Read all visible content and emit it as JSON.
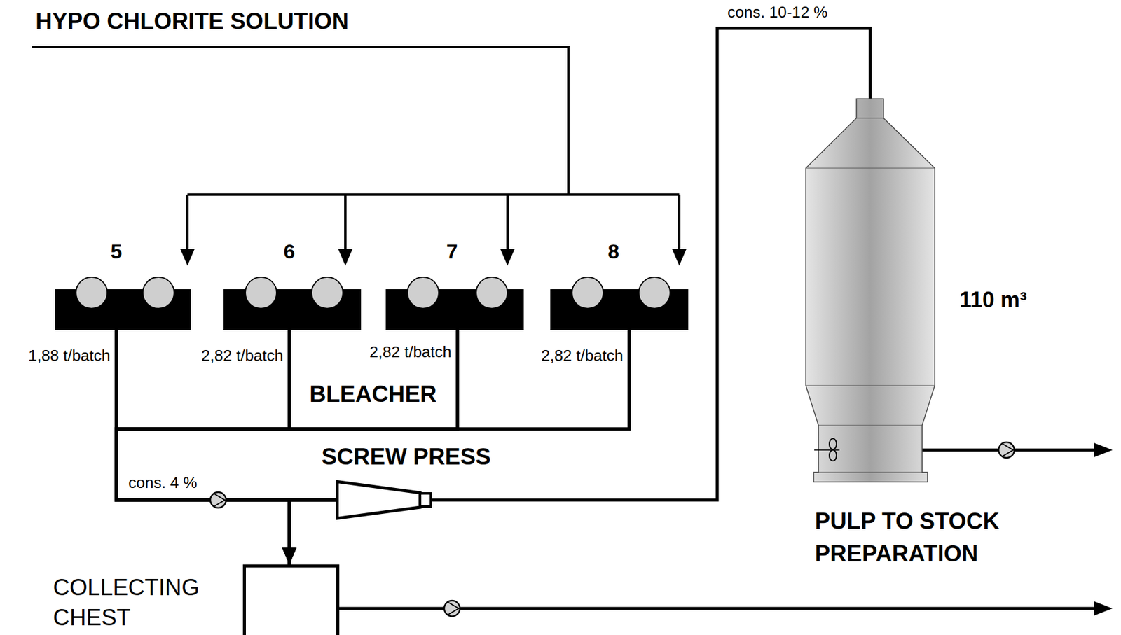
{
  "diagram": {
    "nodes": [
      {
        "text": [
          "5"
        ]
      },
      {
        "text": [
          "6"
        ]
      },
      {
        "text": [
          "7"
        ]
      },
      {
        "text": [
          "8"
        ]
      },
      {
        "text": [
          "SCREW PRESS"
        ]
      },
      {
        "text": [
          "110 m³"
        ]
      },
      {
        "text": [
          "COLLECTING CHEST"
        ]
      }
    ],
    "edges": [
      {
        "from": 0,
        "to": 4,
        "arrow": "none"
      },
      {
        "from": 1,
        "to": 4,
        "arrow": "none"
      },
      {
        "from": 2,
        "to": 4,
        "arrow": "none"
      },
      {
        "from": 3,
        "to": 4,
        "arrow": "none"
      },
      {
        "from": 0,
        "to": 6,
        "arrow": "to"
      },
      {
        "from": 1,
        "to": 6,
        "arrow": "to"
      },
      {
        "from": 2,
        "to": 6,
        "arrow": "to"
      },
      {
        "from": 3,
        "to": 6,
        "arrow": "to"
      },
      {
        "from": 4,
        "to": 5,
        "arrow": "none"
      }
    ],
    "labels": [
      "HYPO CHLORITE SOLUTION",
      "cons. 10-12 %",
      "1,88 t/batch",
      "2,82 t/batch",
      "2,82 t/batch",
      "2,82 t/batch",
      "BLEACHER",
      "cons. 4 %",
      "PULP TO STOCK PREPARATION"
    ]
  }
}
